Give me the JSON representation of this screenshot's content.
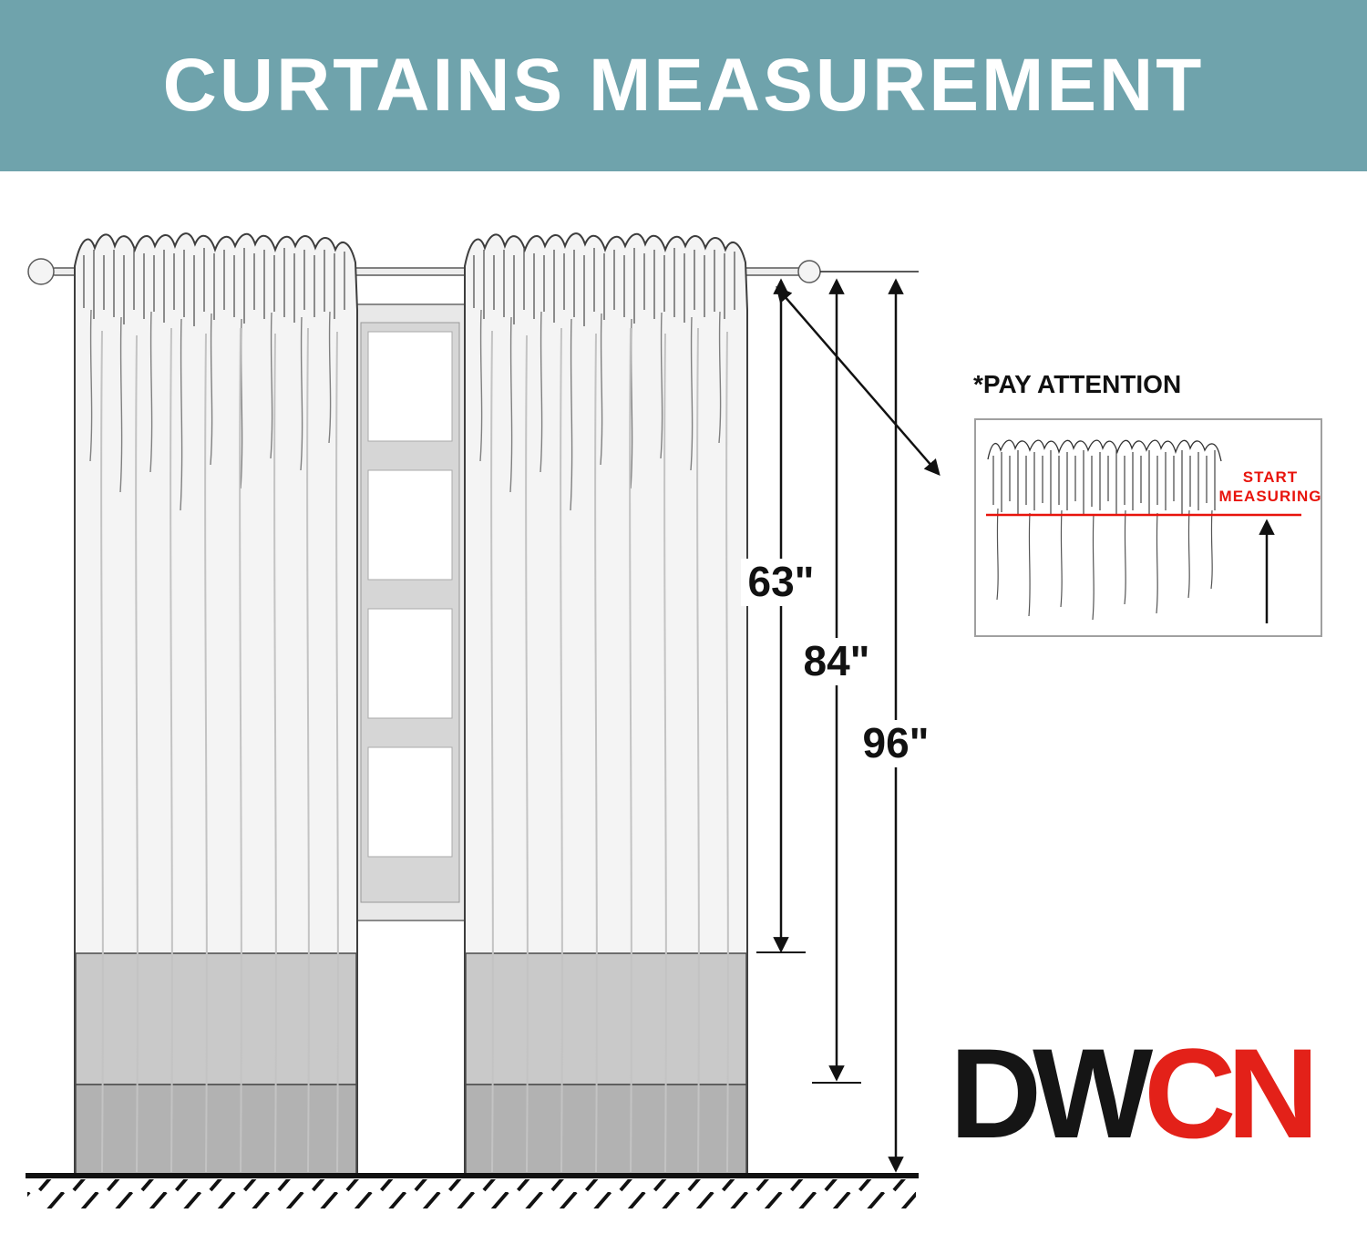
{
  "header": {
    "title": "CURTAINS MEASUREMENT",
    "background_color": "#6FA3AC",
    "text_color": "#FFFFFF"
  },
  "diagram": {
    "measurements": {
      "items": [
        {
          "label": "63\""
        },
        {
          "label": "84\""
        },
        {
          "label": "96\""
        }
      ]
    },
    "inset": {
      "caption": "*PAY ATTENTION",
      "note_line1": "START",
      "note_line2": "MEASURING",
      "note_color": "#E8140C"
    }
  },
  "logo": {
    "letters": [
      {
        "char": "D",
        "color": "#151515"
      },
      {
        "char": "W",
        "color": "#151515"
      },
      {
        "char": "C",
        "color": "#E32119"
      },
      {
        "char": "N",
        "color": "#E32119"
      }
    ]
  }
}
